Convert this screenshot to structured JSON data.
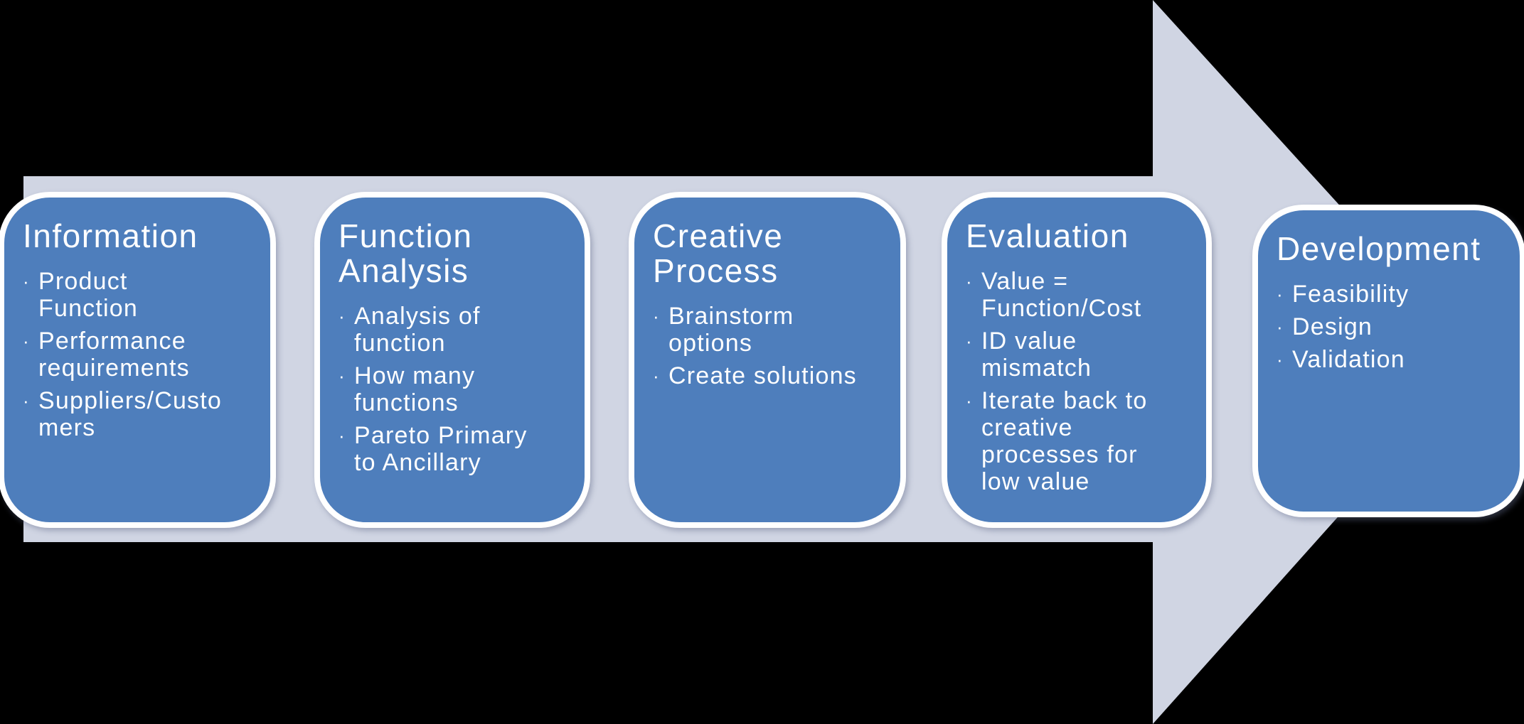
{
  "diagram": {
    "type": "process-flow-arrow",
    "bullet_char": "·",
    "colors": {
      "box_fill": "#4e7ebc",
      "arrow_fill": "#d0d5e3",
      "box_border": "#ffffff",
      "text": "#ffffff",
      "background": "#000000"
    },
    "steps": [
      {
        "title": "Information",
        "bullets": [
          "Product\nFunction",
          "Performance\nrequirements",
          "Suppliers/Custo\nmers"
        ]
      },
      {
        "title": "Function\nAnalysis",
        "bullets": [
          "Analysis of\nfunction",
          "How many\nfunctions",
          "Pareto Primary\nto Ancillary"
        ]
      },
      {
        "title": "Creative\nProcess",
        "bullets": [
          "Brainstorm\noptions",
          "Create solutions"
        ]
      },
      {
        "title": "Evaluation",
        "bullets": [
          "Value =\nFunction/Cost",
          "ID value\nmismatch",
          "Iterate back to\ncreative\nprocesses for\nlow value"
        ]
      },
      {
        "title": "Development",
        "bullets": [
          "Feasibility",
          "Design",
          "Validation"
        ]
      }
    ]
  }
}
